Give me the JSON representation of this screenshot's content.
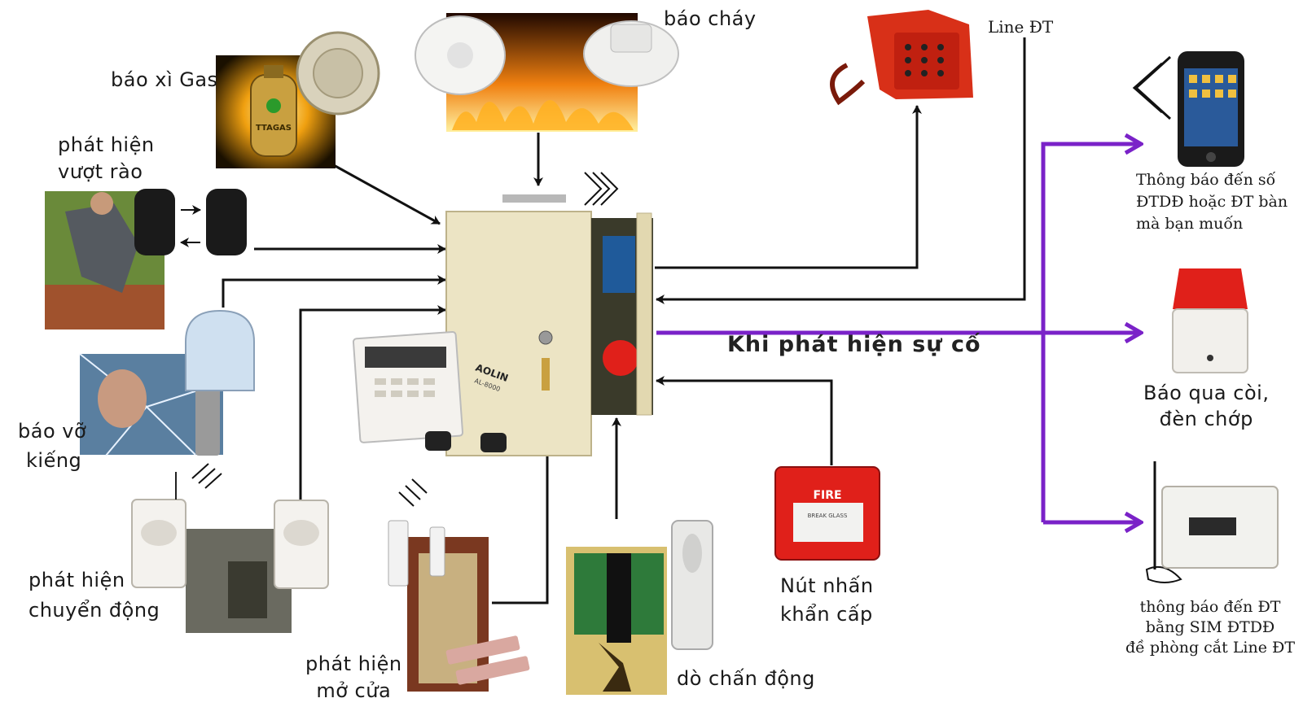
{
  "diagram": {
    "headline": "Khi phát hiện sự cố",
    "inputs": {
      "gas": {
        "label": "báo xì Gas",
        "tank_text": "TTAGAS"
      },
      "fire": {
        "label": "báo cháy"
      },
      "fence": {
        "line1": "phát hiện",
        "line2": "vượt rào"
      },
      "glass": {
        "line1": "báo vỡ",
        "line2": "kiếng"
      },
      "motion": {
        "line1": "phát hiện",
        "line2": "chuyển động"
      },
      "door": {
        "line1": "phát hiện",
        "line2": "mở cửa"
      },
      "vibration": {
        "label": "dò chấn động"
      },
      "panic": {
        "line1": "Nút nhấn",
        "line2": "khẩn cấp",
        "device_text": "FIRE",
        "device_sub": "BREAK GLASS"
      }
    },
    "panel": {
      "brand": "AOLIN",
      "model": "AL-8000"
    },
    "phone_line": {
      "label": "Line ĐT"
    },
    "outputs": {
      "mobile": {
        "line1": "Thông báo đến số",
        "line2": "ĐTDĐ hoặc ĐT bàn",
        "line3": "mà bạn muốn"
      },
      "siren": {
        "line1": "Báo qua còi,",
        "line2": "đèn chớp"
      },
      "gsm": {
        "line1": "thông báo đến ĐT",
        "line2": "bằng SIM ĐTDĐ",
        "line3": "đề phòng cắt Line ĐT"
      }
    },
    "colors": {
      "connector": "#111111",
      "output_arrow": "#7a22c8",
      "panel": "#ece4c4",
      "siren": "#e0201a",
      "fire": "#f0701a"
    }
  }
}
